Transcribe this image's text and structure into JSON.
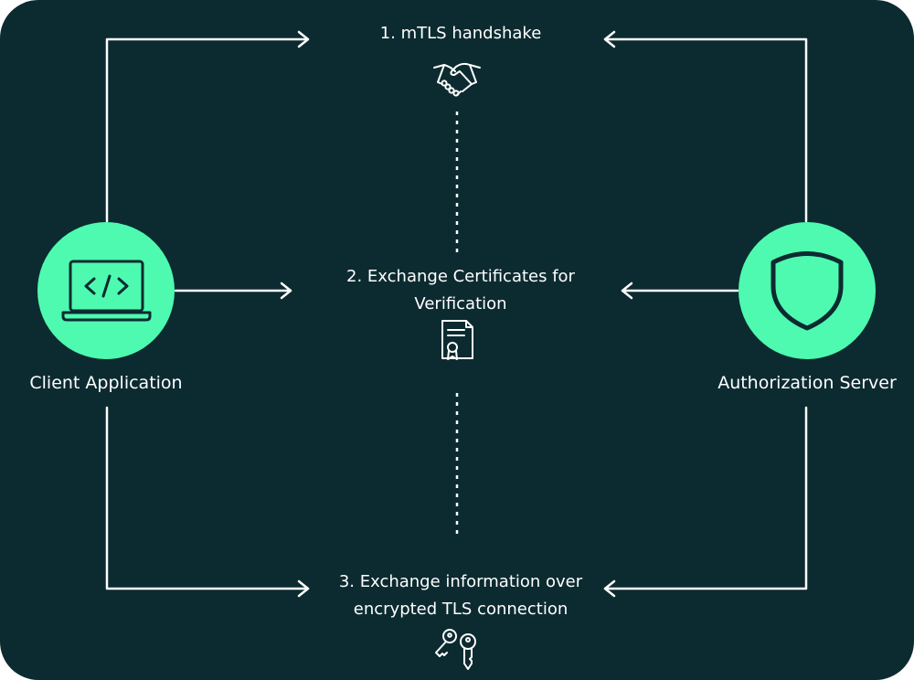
{
  "colors": {
    "background": "#0c2b30",
    "accent": "#4efab0",
    "line": "#ffffff",
    "icon_stroke": "#0c2b30"
  },
  "nodes": {
    "client": {
      "label": "Client Application",
      "icon": "laptop-code-icon"
    },
    "server": {
      "label": "Authorization Server",
      "icon": "shield-icon"
    }
  },
  "steps": [
    {
      "lines": [
        "1. mTLS handshake"
      ],
      "icon": "handshake-icon"
    },
    {
      "lines": [
        "2. Exchange Certificates for",
        "Verification"
      ],
      "icon": "certificate-icon"
    },
    {
      "lines": [
        "3. Exchange information over",
        "encrypted TLS connection"
      ],
      "icon": "keys-icon"
    }
  ]
}
